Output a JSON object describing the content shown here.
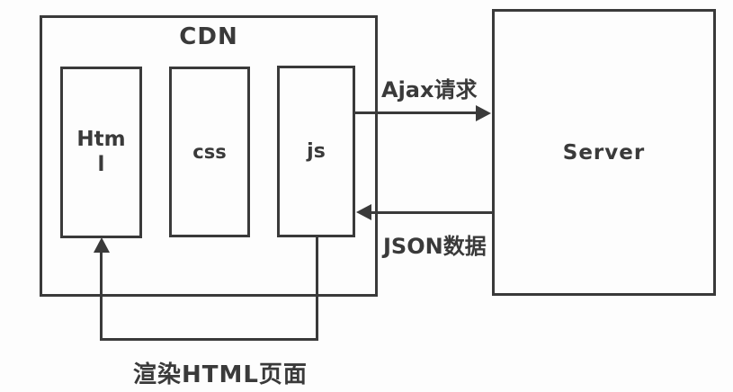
{
  "colors": {
    "stroke": "#3a3a3a",
    "text": "#3a3a3a",
    "background": "#fdfdfd"
  },
  "diagram": {
    "cdn": {
      "title": "CDN"
    },
    "nodes": {
      "html": {
        "label_line1": "Htm",
        "label_line2": "l"
      },
      "css": {
        "label": "css"
      },
      "js": {
        "label": "js"
      },
      "server": {
        "label": "Server"
      }
    },
    "edges": {
      "ajax": {
        "label": "Ajax请求",
        "from": "js",
        "to": "server",
        "direction": "right"
      },
      "json": {
        "label": "JSON数据",
        "from": "server",
        "to": "js",
        "direction": "left"
      },
      "render": {
        "label": "渲染HTML页面",
        "from": "js",
        "to": "html",
        "direction": "up"
      }
    }
  }
}
